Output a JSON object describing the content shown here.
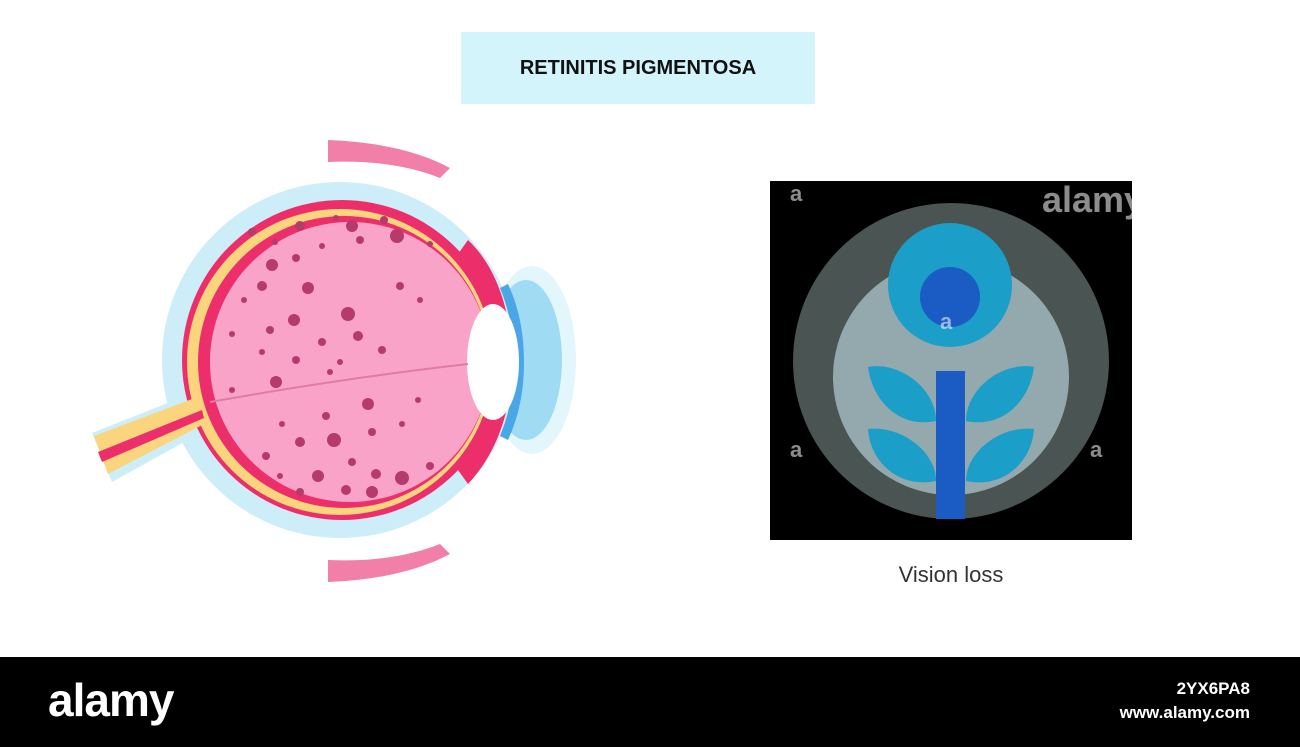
{
  "title": "RETINITIS PIGMENTOSA",
  "caption": "Vision loss",
  "footer": {
    "brand": "alamy",
    "image_id": "2YX6PA8",
    "site": "www.alamy.com"
  },
  "watermark": {
    "small": "a",
    "large": "alamy"
  },
  "colors": {
    "title_bg": "#d3f4fb",
    "vitreous": "#f9a3c9",
    "retina_red": "#ec2f6a",
    "choroid_yellow": "#fbd57e",
    "sclera_blue": "#cdeef8",
    "pigment_spots": "#b63a6a",
    "vision_bg": "#000000",
    "flower_blue": "#1a5cc4",
    "flower_teal": "#1b9ec8",
    "footer_bg": "#000000"
  },
  "icons": [
    "eye-anatomy-illustration",
    "flower-vision-illustration"
  ]
}
